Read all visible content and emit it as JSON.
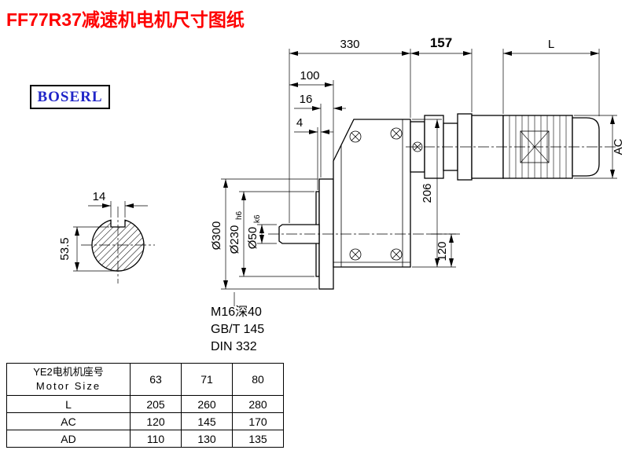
{
  "page": {
    "title": "FF77R37减速机电机尺寸图纸",
    "logo_text": "BOSERL"
  },
  "drawing": {
    "dims": {
      "top_330": "330",
      "top_157": "157",
      "top_L": "L",
      "d_100": "100",
      "d_16": "16",
      "d_4": "4",
      "ac": "AC",
      "d_206": "206",
      "d_120": "120",
      "flange_od": "Ø300",
      "spigot_d": "Ø230",
      "spigot_tol": "h6",
      "shaft_d": "Ø50",
      "shaft_tol": "k6",
      "key_w": "14",
      "key_h": "53.5"
    },
    "notes": [
      "M16深40",
      "GB/T 145",
      "DIN 332"
    ]
  },
  "table": {
    "header_cn": "YE2电机机座号",
    "header_en": "Motor Size",
    "sizes": [
      "63",
      "71",
      "80"
    ],
    "rows": [
      {
        "label": "L",
        "values": [
          "205",
          "260",
          "280"
        ]
      },
      {
        "label": "AC",
        "values": [
          "120",
          "145",
          "170"
        ]
      },
      {
        "label": "AD",
        "values": [
          "110",
          "130",
          "135"
        ]
      }
    ]
  }
}
